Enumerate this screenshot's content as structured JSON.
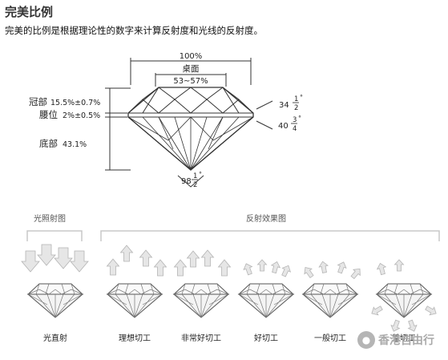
{
  "header": {
    "title": "完美比例",
    "subtitle": "完美的比例是根据理论性的数字来计算反射度和光线的反射度。"
  },
  "main_diagram": {
    "total_width": "100%",
    "table_label": "桌面",
    "table_range": "53~57%",
    "crown_label": "冠部",
    "crown_value": "15.5%±0.7%",
    "girdle_label": "腰位",
    "girdle_value": "2%±0.5%",
    "pavilion_label": "底部",
    "pavilion_value": "43.1%",
    "crown_angle": {
      "whole": "34",
      "num": "1",
      "den": "2",
      "deg": "°"
    },
    "pavilion_angle": {
      "whole": "40",
      "num": "3",
      "den": "4",
      "deg": "°"
    },
    "culet_angle": {
      "whole": "98",
      "num": "1",
      "den": "2",
      "deg": "°"
    }
  },
  "light_section": {
    "incident_header": "光照射图",
    "reflection_header": "反射效果图",
    "gems": [
      {
        "label": "光直射"
      },
      {
        "label": "理想切工"
      },
      {
        "label": "非常好切工"
      },
      {
        "label": "好切工"
      },
      {
        "label": "一般切工"
      },
      {
        "label": "差切工"
      }
    ]
  },
  "watermark": {
    "icon": "chat-bubble-icon",
    "text": "香港自由行"
  },
  "colors": {
    "line": "#333333",
    "gray": "#c8c8c8",
    "arrow_fill": "#e6e6e6",
    "arrow_stroke": "#b4b4b4"
  }
}
